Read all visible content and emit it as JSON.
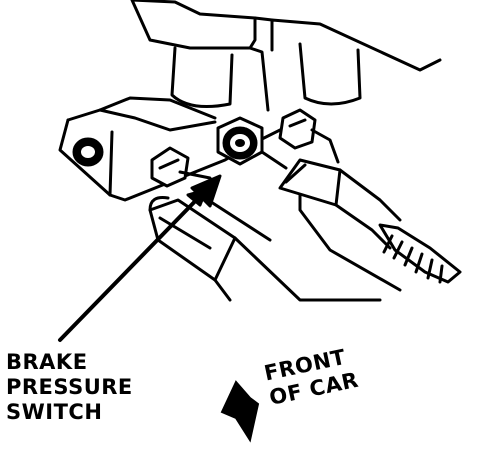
{
  "labels": {
    "switch": [
      "BRAKE",
      "PRESSURE",
      "SWITCH"
    ],
    "front": [
      "FRONT",
      "OF CAR"
    ]
  },
  "colors": {
    "ink": "#000000",
    "paper": "#ffffff"
  }
}
